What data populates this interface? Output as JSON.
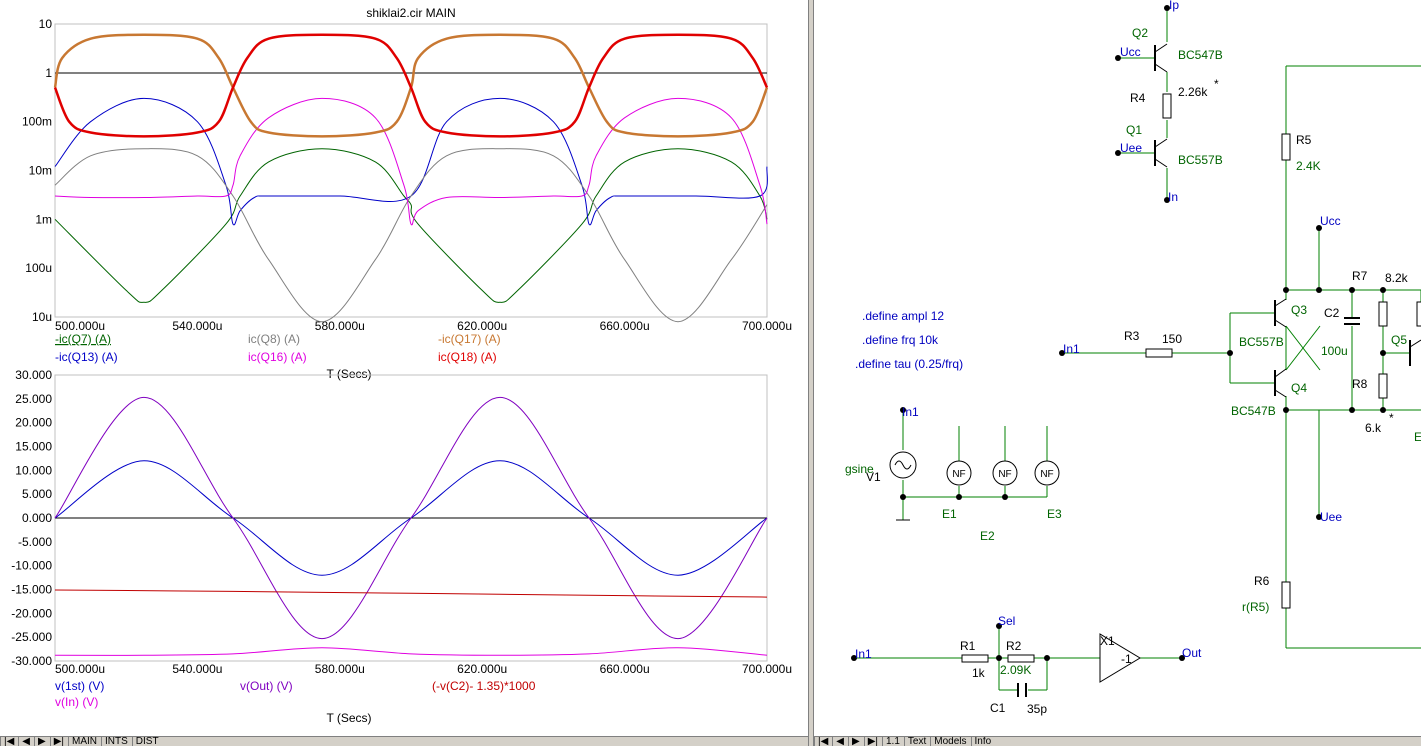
{
  "plot_window": {
    "title": "shiklai2.cir MAIN",
    "tabs": [
      "|◀",
      "◀",
      "▶",
      "▶|",
      "MAIN",
      "INTS",
      "DIST"
    ]
  },
  "chart_data": [
    {
      "type": "line",
      "title": "shiklai2.cir MAIN",
      "xlabel": "T (Secs)",
      "ylabel": "",
      "yscale": "log",
      "xlim": [
        0.0005,
        0.0007
      ],
      "ylim": [
        1e-05,
        10
      ],
      "x_tick_labels": [
        "500.000u",
        "540.000u",
        "580.000u",
        "620.000u",
        "660.000u",
        "700.000u"
      ],
      "y_tick_labels": [
        "10",
        "1",
        "100m",
        "10m",
        "1m",
        "100u",
        "10u"
      ],
      "grid": false,
      "legend_position": "bottom",
      "series": [
        {
          "name": "-ic(Q7) (A)",
          "color": "#006400",
          "x": [
            0.0005,
            0.00052,
            0.000525,
            0.00053,
            0.000548,
            0.000552,
            0.00056,
            0.000575,
            0.00059,
            0.000598,
            0.0006,
            0.000602,
            0.00062,
            0.000625,
            0.00063,
            0.000648,
            0.000652,
            0.00066,
            0.000675,
            0.00069,
            0.000698,
            0.0007
          ],
          "y": [
            0.001,
            3.5e-05,
            2e-05,
            3.5e-05,
            0.0008,
            0.003,
            0.015,
            0.028,
            0.015,
            0.003,
            0.002,
            0.0008,
            3.5e-05,
            2e-05,
            3.5e-05,
            0.0008,
            0.003,
            0.015,
            0.028,
            0.015,
            0.003,
            0.001
          ]
        },
        {
          "name": "-ic(Q13) (A)",
          "color": "#0000c8",
          "x": [
            0.0005,
            0.00051,
            0.000525,
            0.00054,
            0.000548,
            0.00055,
            0.000552,
            0.000556,
            0.00056,
            0.00058,
            0.0006,
            0.00061,
            0.000625,
            0.00064,
            0.000648,
            0.00065,
            0.000652,
            0.000656,
            0.00066,
            0.00068,
            0.000698,
            0.0007
          ],
          "y": [
            0.012,
            0.1,
            0.3,
            0.1,
            0.005,
            0.0008,
            0.0015,
            0.0028,
            0.003,
            0.003,
            0.003,
            0.1,
            0.3,
            0.1,
            0.005,
            0.0008,
            0.0015,
            0.0028,
            0.003,
            0.003,
            0.003,
            0.012
          ]
        },
        {
          "name": "ic(Q8) (A)",
          "color": "#808080",
          "x": [
            0.0005,
            0.00051,
            0.000525,
            0.00054,
            0.00055,
            0.00056,
            0.000575,
            0.00059,
            0.0006,
            0.00061,
            0.000625,
            0.00064,
            0.00065,
            0.00066,
            0.000675,
            0.00069,
            0.0007
          ],
          "y": [
            0.005,
            0.02,
            0.028,
            0.02,
            0.003,
            0.00015,
            8e-06,
            0.00015,
            0.003,
            0.02,
            0.028,
            0.02,
            0.003,
            0.00015,
            8e-06,
            0.00015,
            0.002
          ]
        },
        {
          "name": "ic(Q16) (A)",
          "color": "#e000e0",
          "x": [
            0.0005,
            0.00051,
            0.000525,
            0.00054,
            0.000548,
            0.00055,
            0.000552,
            0.00056,
            0.000575,
            0.00059,
            0.000598,
            0.0006,
            0.000602,
            0.00061,
            0.000625,
            0.00064,
            0.000648,
            0.00065,
            0.000652,
            0.00066,
            0.000675,
            0.00069,
            0.000698,
            0.0007
          ],
          "y": [
            0.003,
            0.0028,
            0.0028,
            0.003,
            0.003,
            0.005,
            0.02,
            0.12,
            0.3,
            0.12,
            0.005,
            0.0008,
            0.0015,
            0.0028,
            0.0028,
            0.003,
            0.003,
            0.005,
            0.02,
            0.12,
            0.3,
            0.12,
            0.005,
            0.0008
          ]
        },
        {
          "name": "-ic(Q17) (A)",
          "color": "#c87832",
          "x": [
            0.0005,
            0.000502,
            0.00051,
            0.000525,
            0.00054,
            0.000546,
            0.00055,
            0.000555,
            0.00056,
            0.000575,
            0.00059,
            0.000596,
            0.0006,
            0.000602,
            0.00061,
            0.000625,
            0.00064,
            0.000646,
            0.00065,
            0.000655,
            0.00066,
            0.000675,
            0.00069,
            0.000696,
            0.0007
          ],
          "y": [
            0.5,
            2,
            5,
            6,
            5,
            2,
            0.5,
            0.1,
            0.06,
            0.05,
            0.06,
            0.1,
            0.5,
            2,
            5,
            6,
            5,
            2,
            0.5,
            0.1,
            0.06,
            0.05,
            0.06,
            0.1,
            0.5
          ]
        },
        {
          "name": "ic(Q18) (A)",
          "color": "#e00000",
          "x": [
            0.0005,
            0.000504,
            0.00051,
            0.000525,
            0.00054,
            0.000546,
            0.00055,
            0.000554,
            0.00056,
            0.000575,
            0.00059,
            0.000596,
            0.0006,
            0.000604,
            0.00061,
            0.000625,
            0.00064,
            0.000646,
            0.00065,
            0.000654,
            0.00066,
            0.000675,
            0.00069,
            0.000696,
            0.0007
          ],
          "y": [
            0.5,
            0.1,
            0.06,
            0.05,
            0.06,
            0.1,
            0.5,
            2,
            5,
            6,
            5,
            2,
            0.5,
            0.1,
            0.06,
            0.05,
            0.06,
            0.1,
            0.5,
            2,
            5,
            6,
            5,
            2,
            0.5
          ]
        }
      ]
    },
    {
      "type": "line",
      "title": "",
      "xlabel": "T (Secs)",
      "ylabel": "",
      "xlim": [
        0.0005,
        0.0007
      ],
      "ylim": [
        -30,
        30
      ],
      "x_tick_labels": [
        "500.000u",
        "540.000u",
        "580.000u",
        "620.000u",
        "660.000u",
        "700.000u"
      ],
      "y_tick_labels": [
        "30.000",
        "25.000",
        "20.000",
        "15.000",
        "10.000",
        "5.000",
        "0.000",
        "-5.000",
        "-10.000",
        "-15.000",
        "-20.000",
        "-25.000",
        "-30.000"
      ],
      "grid": false,
      "legend_position": "bottom",
      "series": [
        {
          "name": "v(1st) (V)",
          "color": "#0000c8",
          "x": [
            0.0005,
            0.000525,
            0.00055,
            0.000575,
            0.0006,
            0.000625,
            0.00065,
            0.000675,
            0.0007
          ],
          "y": [
            0,
            12,
            0,
            -12,
            0,
            12,
            0,
            -12,
            0
          ]
        },
        {
          "name": "v(Out) (V)",
          "color": "#8000c0",
          "x": [
            0.0005,
            0.000525,
            0.00055,
            0.000575,
            0.0006,
            0.000625,
            0.00065,
            0.000675,
            0.0007
          ],
          "y": [
            0,
            25.3,
            0,
            -25.3,
            0,
            25.3,
            0,
            -25.3,
            0
          ]
        },
        {
          "name": "(-v(C2)- 1.35)*1000",
          "color": "#c00000",
          "x": [
            0.0005,
            0.00055,
            0.0006,
            0.00065,
            0.0007
          ],
          "y": [
            -15.1,
            -15.4,
            -15.8,
            -16.2,
            -16.6
          ]
        },
        {
          "name": "v(In) (V)",
          "color": "#e000e0",
          "x": [
            0.0005,
            0.000525,
            0.00055,
            0.000575,
            0.0006,
            0.000625,
            0.00065,
            0.000675,
            0.0007
          ],
          "y": [
            -28.8,
            -28.8,
            -28.5,
            -27.2,
            -28.5,
            -28.8,
            -28.5,
            -27.2,
            -28.8
          ]
        }
      ]
    }
  ],
  "schematic": {
    "define_ampl": ".define ampl 12",
    "define_frq": ".define frq 10k",
    "define_tau": ".define tau (0.25/frq)",
    "labels": {
      "Ip": "Ip",
      "Q2": "Q2",
      "Ucc1": "Ucc",
      "BC547B_top": "BC547B",
      "R4": "R4",
      "v226k": "2.26k",
      "star1": "*",
      "Q1": "Q1",
      "Uee1": "Uee",
      "BC557B_top": "BC557B",
      "In_top": "In",
      "R5": "R5",
      "v24K": "2.4K",
      "Ucc2": "Ucc",
      "R7": "R7",
      "v82k": "8.2k",
      "Q3": "Q3",
      "C2": "C2",
      "In1_a": "In1",
      "R3": "R3",
      "v150": "150",
      "BC557B_mid": "BC557B",
      "v100u": "100u",
      "Q5": "Q5",
      "R8": "R8",
      "Q4": "Q4",
      "BC547B_mid": "BC547B",
      "v6k": "6.k",
      "star2": "*",
      "E_clip": "E",
      "Uee2": "Uee",
      "R6": "R6",
      "rR5": "r(R5)",
      "In1_b": "In1",
      "V1": "V1",
      "gsine": "gsine",
      "NF1": "NF",
      "NF2": "NF",
      "NF3": "NF",
      "E1": "E1",
      "E2": "E2",
      "E3": "E3",
      "Sel": "Sel",
      "In1_c": "In1",
      "R1": "R1",
      "R2": "R2",
      "v1k": "1k",
      "v209K": "2.09K",
      "X1": "X1",
      "minus1": "-1",
      "Out": "Out",
      "C1": "C1",
      "v35p": "35p"
    },
    "tabs": [
      "|◀",
      "◀",
      "▶",
      "▶|",
      "1.1",
      "Text",
      "Models",
      "Info"
    ]
  }
}
